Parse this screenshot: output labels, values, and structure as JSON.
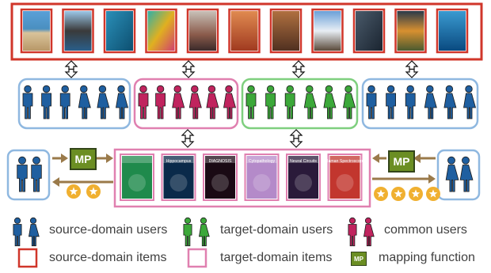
{
  "figure": {
    "source_items": [
      {
        "name": "beach"
      },
      {
        "name": "volcano-island"
      },
      {
        "name": "ocean-water"
      },
      {
        "name": "colorful-abstract"
      },
      {
        "name": "crowd-scene"
      },
      {
        "name": "red-rock-canyon"
      },
      {
        "name": "old-building"
      },
      {
        "name": "snowy-mountain"
      },
      {
        "name": "dark-sky"
      },
      {
        "name": "sunset-horizon"
      },
      {
        "name": "underwater-fish"
      }
    ],
    "target_items": [
      {
        "title": "",
        "color": "#1f8a4c"
      },
      {
        "title": "Hippocampus",
        "color": "#0a2a4a"
      },
      {
        "title": "DIAGNOSIS",
        "color": "#1a0a14"
      },
      {
        "title": "Cytopathology",
        "color": "#b48ac9"
      },
      {
        "title": "Neural Circuits",
        "color": "#2a1a3a"
      },
      {
        "title": "Raman Spectroscopy",
        "color": "#c2362e"
      }
    ],
    "user_groups": [
      {
        "name": "source-group",
        "colors": [
          "#1f5fa0",
          "#1f5fa0",
          "#1f5fa0",
          "#1f5fa0",
          "#1f5fa0",
          "#1f5fa0"
        ],
        "genders": [
          "m",
          "m",
          "m",
          "f",
          "f",
          "f"
        ],
        "border": "#8fb8e0"
      },
      {
        "name": "common-group",
        "colors": [
          "#c0245e",
          "#c0245e",
          "#c0245e",
          "#c0245e",
          "#c0245e",
          "#c0245e"
        ],
        "genders": [
          "m",
          "m",
          "f",
          "f",
          "f",
          "f"
        ],
        "border": "#e080b0"
      },
      {
        "name": "target-group",
        "colors": [
          "#3ca83a",
          "#3ca83a",
          "#3ca83a",
          "#3ca83a",
          "#3ca83a",
          "#3ca83a"
        ],
        "genders": [
          "m",
          "m",
          "m",
          "f",
          "f",
          "f"
        ],
        "border": "#7fcf7f"
      },
      {
        "name": "source-group-2",
        "colors": [
          "#1f5fa0",
          "#1f5fa0",
          "#1f5fa0",
          "#1f5fa0",
          "#1f5fa0",
          "#1f5fa0"
        ],
        "genders": [
          "m",
          "m",
          "m",
          "f",
          "f",
          "f"
        ],
        "border": "#8fb8e0"
      }
    ],
    "left_user": {
      "colors": [
        "#1f5fa0",
        "#1f5fa0"
      ],
      "genders": [
        "m",
        "m"
      ],
      "stars": 2
    },
    "right_user": {
      "colors": [
        "#1f5fa0",
        "#1f5fa0"
      ],
      "genders": [
        "f",
        "f"
      ],
      "stars": 4
    },
    "mp_label": "MP",
    "colors": {
      "source_border": "#d0362a",
      "target_border": "#e080b0",
      "arrow": "#9a7a4a",
      "star_fill": "#f0b030",
      "mp_fill": "#6b8e23"
    }
  },
  "legend": {
    "source_users": "source-domain users",
    "target_users": "target-domain users",
    "common_users": "common users",
    "source_items": "source-domain items",
    "target_items": "target-domain items",
    "mp_badge": "MP",
    "mapping_function": "mapping function"
  }
}
